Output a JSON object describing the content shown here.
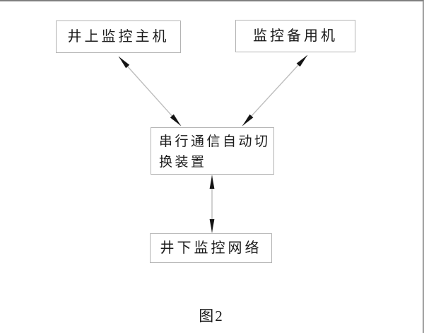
{
  "page": {
    "background": "#ffffff",
    "edge_top_color": "#7f7f7f",
    "edge_right_color": "#9e9e9e"
  },
  "figure": {
    "caption": "图2",
    "nodes": [
      {
        "id": "surface-host",
        "label": "井上监控主机"
      },
      {
        "id": "backup-machine",
        "label": "监控备用机"
      },
      {
        "id": "switch-device",
        "label": "串行通信自动切换装置"
      },
      {
        "id": "underground-network",
        "label": "井下监控网络"
      }
    ],
    "connections": [
      {
        "from": "surface-host",
        "to": "switch-device",
        "style": "double-headed-arrow"
      },
      {
        "from": "backup-machine",
        "to": "switch-device",
        "style": "double-headed-arrow"
      },
      {
        "from": "switch-device",
        "to": "underground-network",
        "style": "double-headed-arrow"
      }
    ],
    "colors": {
      "box_border": "#b3b3b3",
      "connector_line": "#bdbdbd",
      "arrowhead": "#141414",
      "text": "#1c1c1c"
    }
  }
}
